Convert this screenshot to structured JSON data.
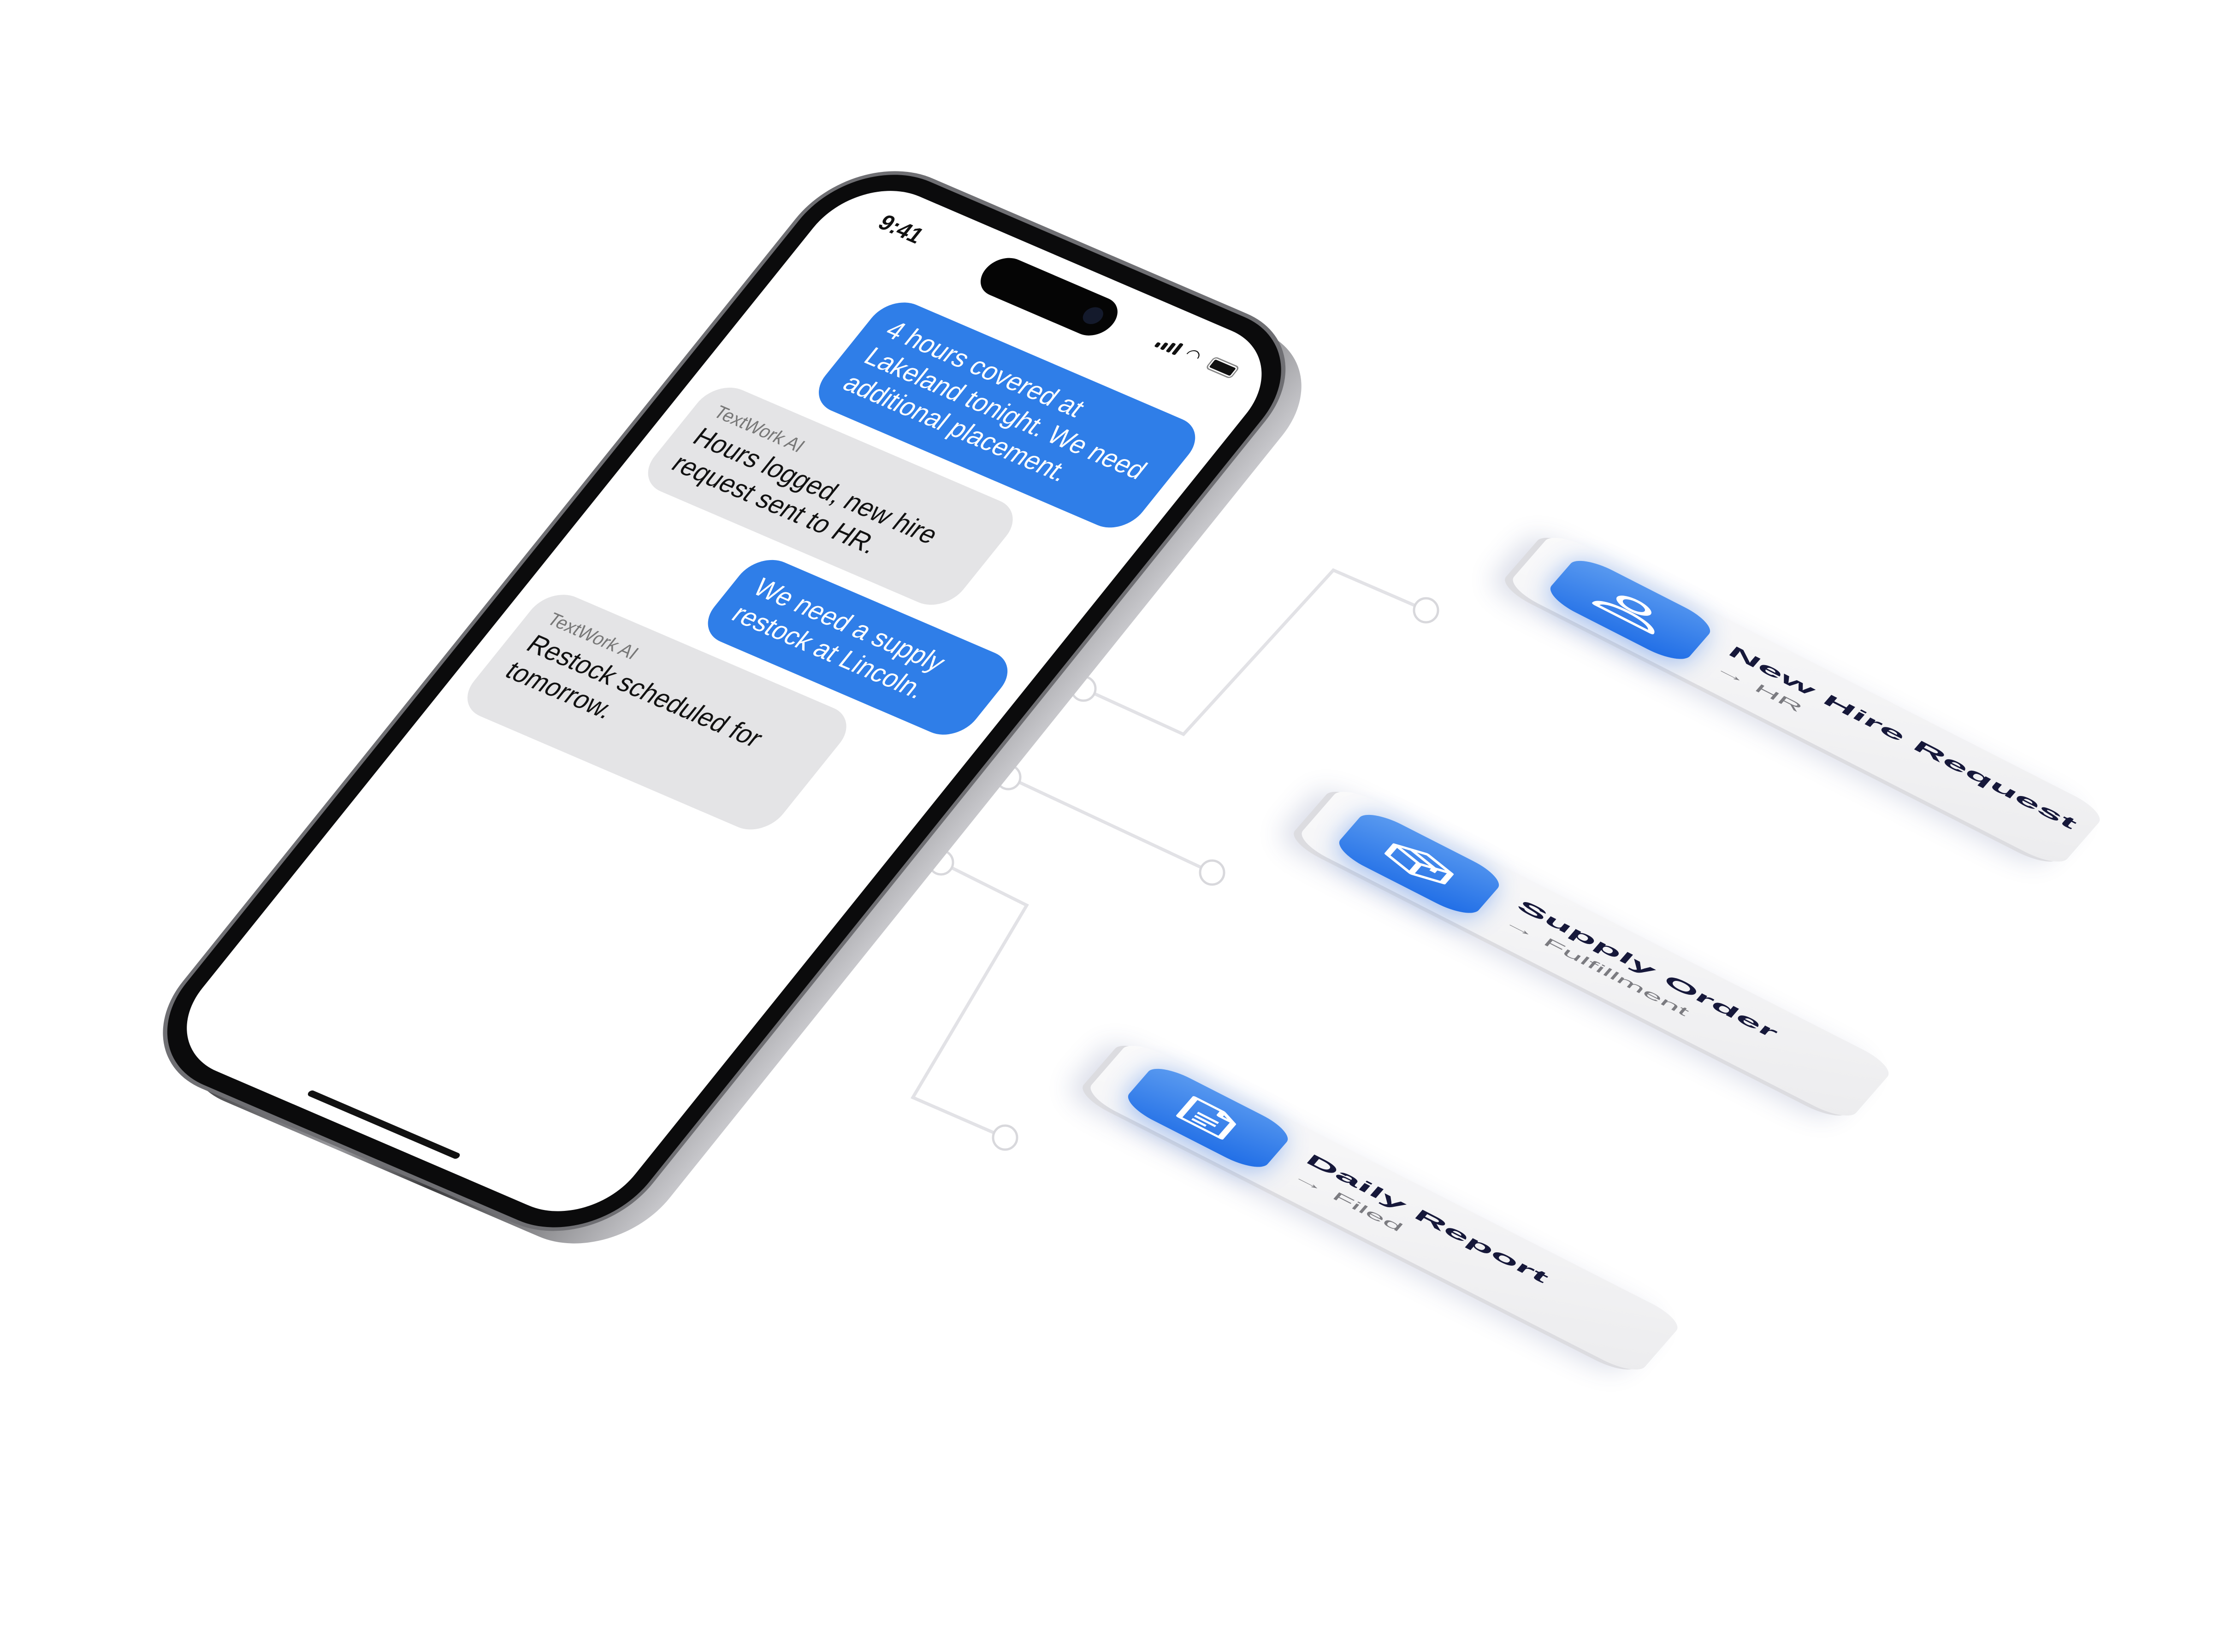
{
  "phone": {
    "status_time": "9:41",
    "messages": [
      {
        "direction": "outgoing",
        "text": "4 hours covered at Lakeland tonight. We need additional placement."
      },
      {
        "direction": "incoming",
        "sender": "TextWork AI",
        "text": "Hours logged, new hire request sent to HR."
      },
      {
        "direction": "outgoing",
        "text": "We need a supply restock at Lincoln."
      },
      {
        "direction": "incoming",
        "sender": "TextWork AI",
        "text": "Restock scheduled for tomorrow."
      }
    ]
  },
  "cards": [
    {
      "icon": "user-icon",
      "title": "New Hire Request",
      "destination": "→ HR"
    },
    {
      "icon": "box-icon",
      "title": "Supply Order",
      "destination": "→ Fulfillment"
    },
    {
      "icon": "document-icon",
      "title": "Daily Report",
      "destination": "→ Filed"
    }
  ],
  "colors": {
    "accent": "#2f7ee8",
    "incoming_bubble": "#e4e4e6",
    "card_title": "#16183a"
  }
}
